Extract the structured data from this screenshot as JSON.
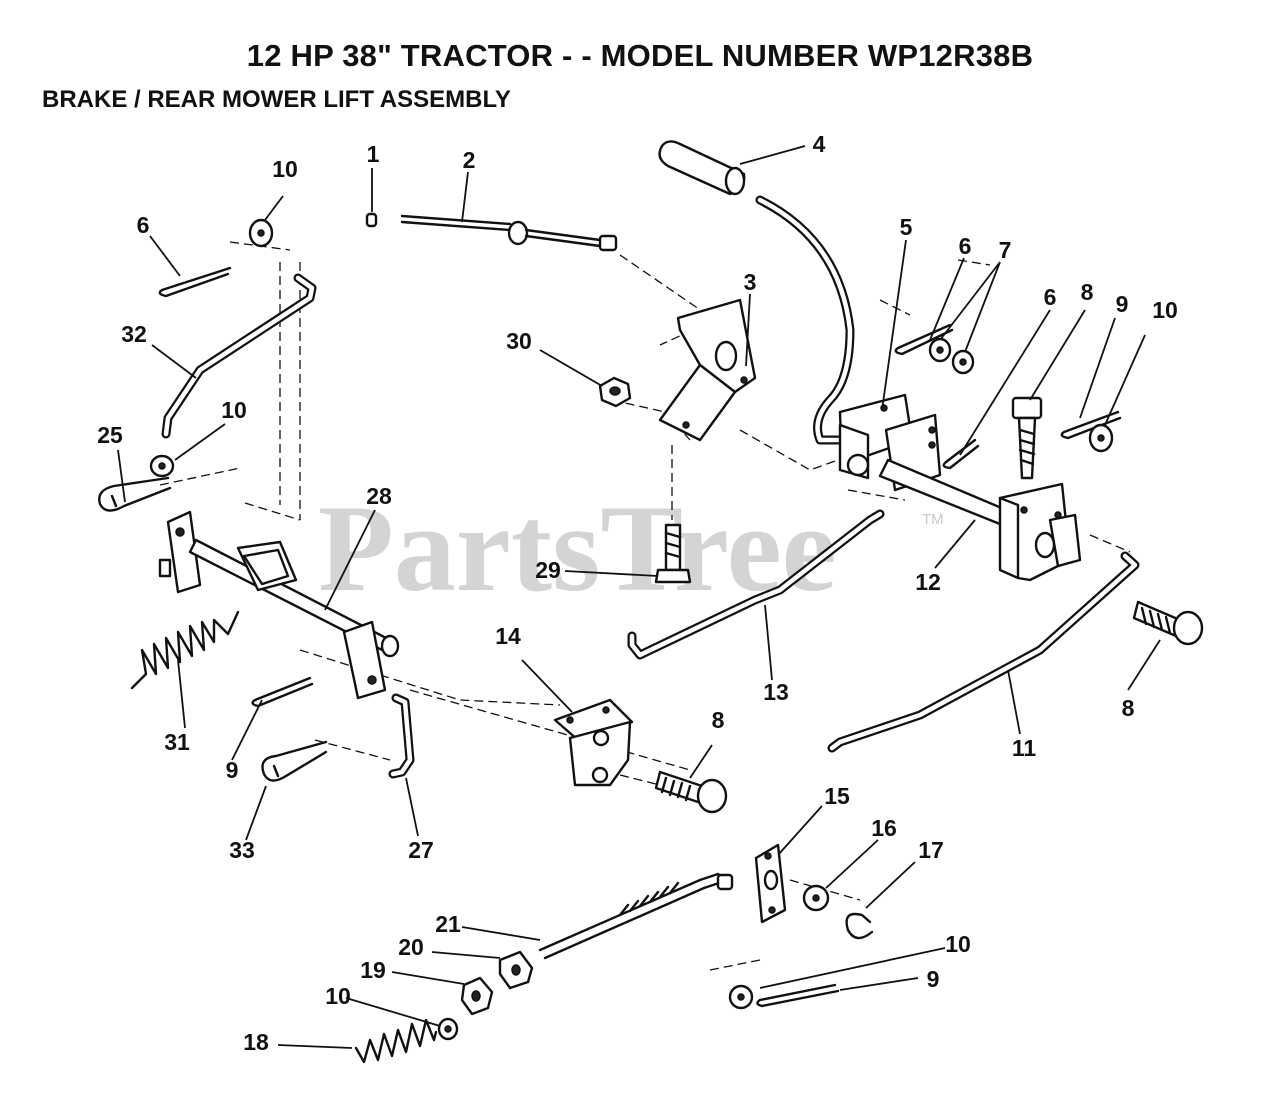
{
  "header": {
    "title": "12 HP 38\" TRACTOR - - MODEL NUMBER WP12R38B",
    "subtitle": "BRAKE / REAR MOWER LIFT ASSEMBLY"
  },
  "watermark": {
    "text": "PartsTree",
    "trademark": "TM"
  },
  "callouts": {
    "c1": "1",
    "c2": "2",
    "c3": "3",
    "c4": "4",
    "c5": "5",
    "c6a": "6",
    "c6b": "6",
    "c6c": "6",
    "c7": "7",
    "c8a": "8",
    "c8b": "8",
    "c8c": "8",
    "c9a": "9",
    "c9b": "9",
    "c9c": "9",
    "c10a": "10",
    "c10b": "10",
    "c10c": "10",
    "c10d": "10",
    "c10e": "10",
    "c11": "11",
    "c12": "12",
    "c13": "13",
    "c14": "14",
    "c15": "15",
    "c16": "16",
    "c17": "17",
    "c18": "18",
    "c19": "19",
    "c20": "20",
    "c21": "21",
    "c25": "25",
    "c27": "27",
    "c28": "28",
    "c29": "29",
    "c30": "30",
    "c31": "31",
    "c32": "32",
    "c33": "33"
  }
}
